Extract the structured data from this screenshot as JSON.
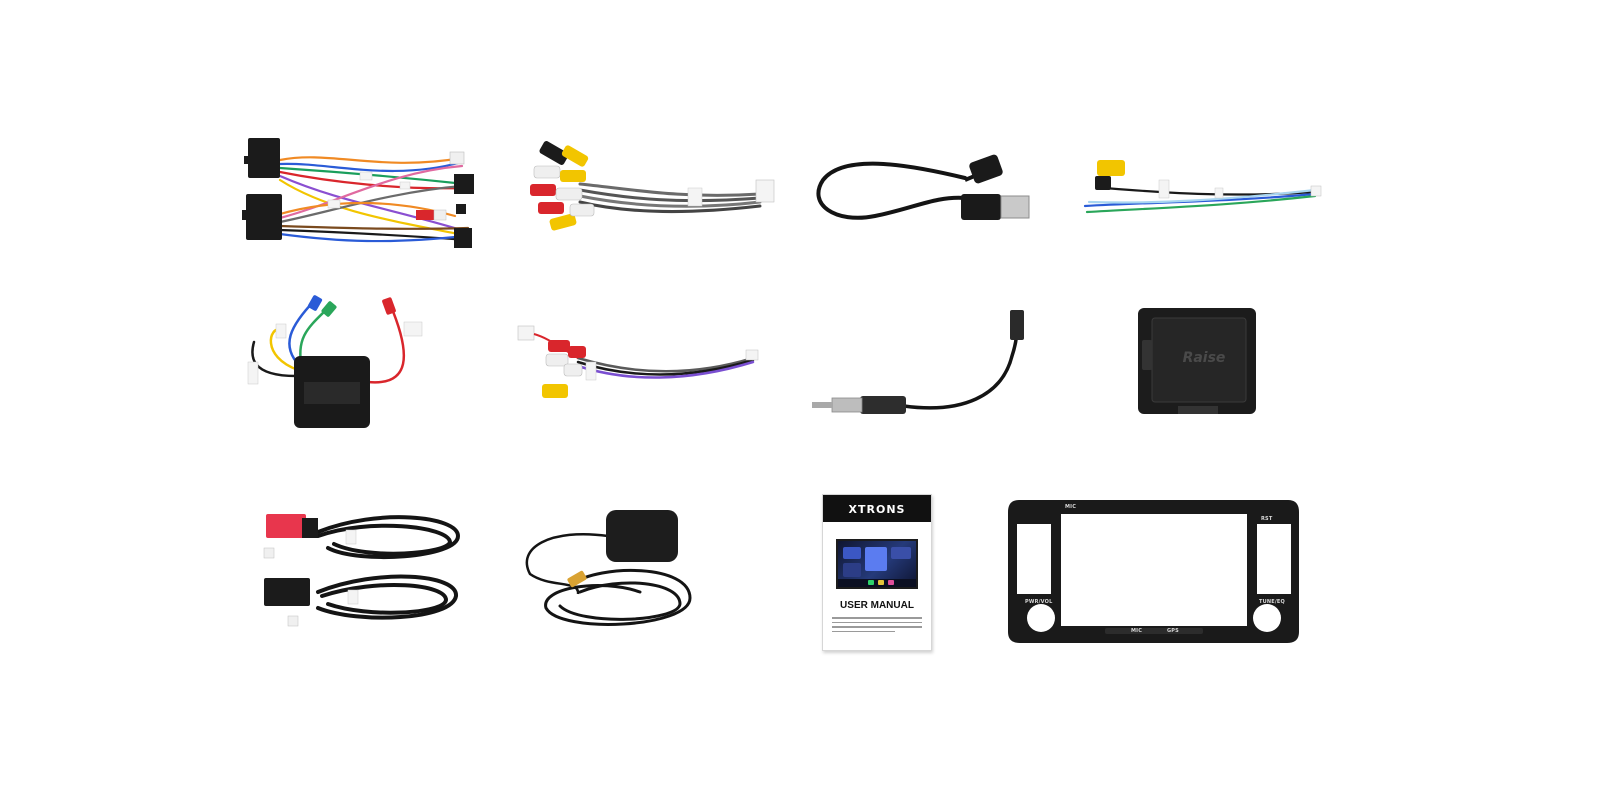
{
  "scene": {
    "description": "Package contents laid out on white background",
    "background": "#ffffff"
  },
  "items": [
    {
      "id": "main-wiring-harness",
      "label": "Main wiring harness"
    },
    {
      "id": "rca-av-cable",
      "label": "RCA audio/video cable"
    },
    {
      "id": "usb-cable",
      "label": "USB cable"
    },
    {
      "id": "camera-rca-cable",
      "label": "Camera RCA cable"
    },
    {
      "id": "power-filter-module",
      "label": "Power filter module"
    },
    {
      "id": "rca-audio-cable",
      "label": "RCA audio cable"
    },
    {
      "id": "radio-antenna-adapter",
      "label": "Radio antenna adapter"
    },
    {
      "id": "canbus-decoder-box",
      "label": "CANbus decoder box"
    },
    {
      "id": "extension-cables",
      "label": "Extension cables"
    },
    {
      "id": "gps-antenna",
      "label": "GPS antenna"
    },
    {
      "id": "user-manual",
      "label": "User manual"
    },
    {
      "id": "dash-bezel-frame",
      "label": "Dash bezel frame"
    }
  ],
  "manual": {
    "brand": "XTRONS",
    "title": "USER MANUAL"
  },
  "decoder_box": {
    "brand": "Raise"
  },
  "bezel": {
    "labels": {
      "top_left": "MIC",
      "top_right": "RST",
      "left": "PWR/VOL",
      "right": "TUNE/EQ",
      "bottom_left": "MIC",
      "bottom_right": "GPS"
    }
  },
  "colors": {
    "cable_black": "#1a1a1a",
    "rca_yellow": "#f2c500",
    "rca_red": "#d9262c",
    "rca_white": "#efefef",
    "connector_red": "#e8364d",
    "wire_blue": "#2a5bd7",
    "wire_green": "#2aa65a"
  }
}
